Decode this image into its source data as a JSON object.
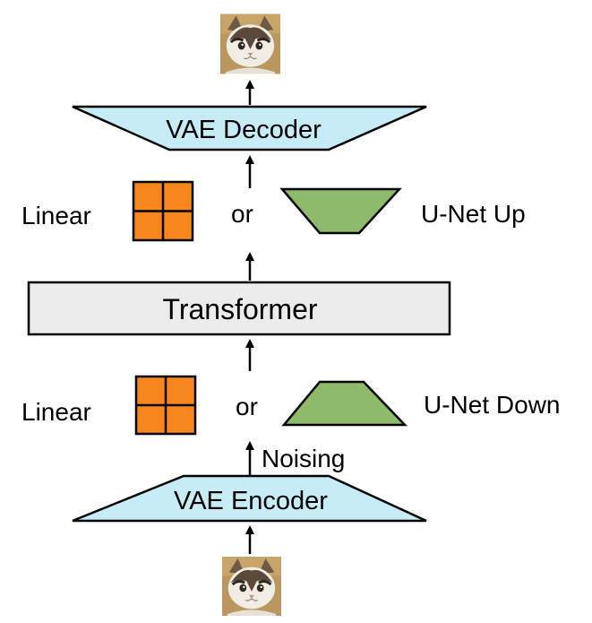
{
  "decoder": {
    "label": "VAE Decoder",
    "fill": "#c6ecf7"
  },
  "encoder": {
    "label": "VAE Encoder",
    "fill": "#c6ecf7"
  },
  "transformer": {
    "label": "Transformer",
    "fill": "#ececec"
  },
  "top_branch": {
    "linear_label": "Linear",
    "or_label": "or",
    "unet_label": "U-Net Up"
  },
  "bottom_branch": {
    "linear_label": "Linear",
    "or_label": "or",
    "unet_label": "U-Net Down"
  },
  "noising_label": "Noising",
  "colors": {
    "linear": "#f7861d",
    "unet": "#8dbb6a",
    "stroke": "#000000"
  },
  "images": {
    "output": "cat-photo-icon",
    "input": "cat-photo-icon"
  }
}
